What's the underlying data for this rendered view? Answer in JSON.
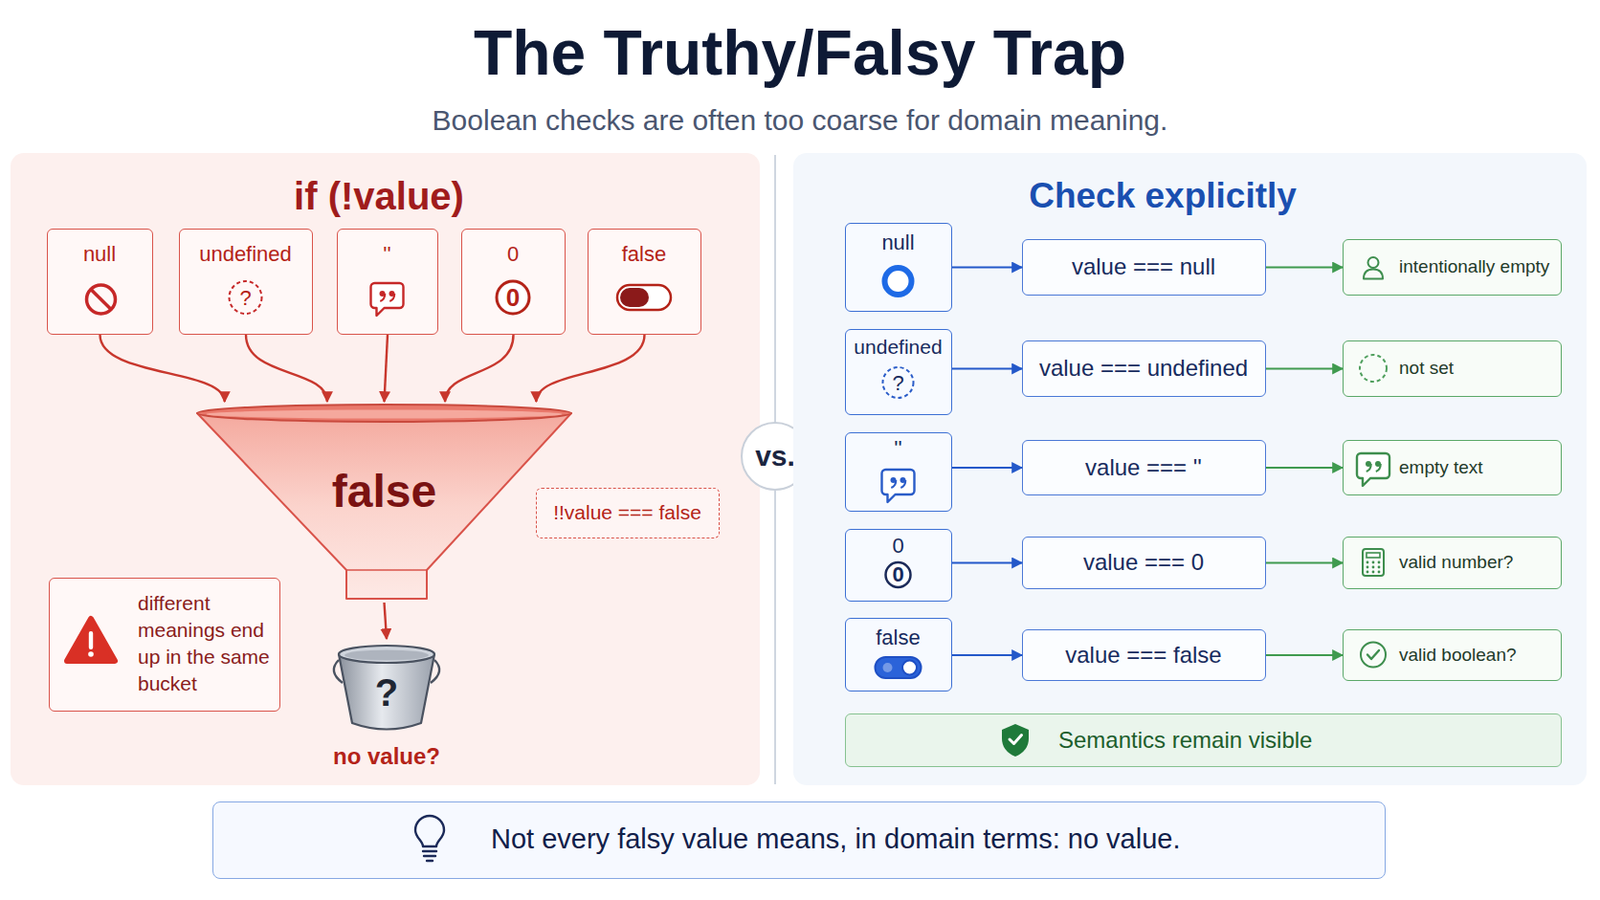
{
  "diagram": {
    "title": "The Truthy/Falsy Trap",
    "caption": "Boolean checks are often too coarse for domain meaning.",
    "nodes": [
      {
        "text": [
          "if (!value)"
        ]
      },
      {
        "text": [
          "null"
        ],
        "in": 0
      },
      {
        "text": [
          "undefined",
          "?"
        ],
        "in": 0
      },
      {
        "text": [
          "''"
        ],
        "in": 0
      },
      {
        "text": [
          "0",
          "0"
        ],
        "in": 0
      },
      {
        "text": [
          "false"
        ],
        "in": 0
      },
      {
        "text": [
          "false"
        ],
        "in": 0
      },
      {
        "text": [
          "!!value === false"
        ],
        "in": 0
      },
      {
        "text": [
          "different meanings end up in the same bucket"
        ],
        "in": 0
      },
      {
        "text": [
          "?",
          "no value?"
        ],
        "in": 0
      },
      {
        "text": [
          "vs."
        ]
      },
      {
        "text": [
          "Check explicitly"
        ]
      },
      {
        "text": [
          "null"
        ],
        "in": 11
      },
      {
        "text": [
          "value === null"
        ],
        "in": 11
      },
      {
        "text": [
          "intentionally empty"
        ],
        "in": 11
      },
      {
        "text": [
          "undefined",
          "?"
        ],
        "in": 11
      },
      {
        "text": [
          "value === undefined"
        ],
        "in": 11
      },
      {
        "text": [
          "not set"
        ],
        "in": 11
      },
      {
        "text": [
          "''"
        ],
        "in": 11
      },
      {
        "text": [
          "value === ''"
        ],
        "in": 11
      },
      {
        "text": [
          "empty text"
        ],
        "in": 11
      },
      {
        "text": [
          "0",
          "0"
        ],
        "in": 11
      },
      {
        "text": [
          "value === 0"
        ],
        "in": 11
      },
      {
        "text": [
          "valid number?"
        ],
        "in": 11
      },
      {
        "text": [
          "false"
        ],
        "in": 11
      },
      {
        "text": [
          "value === false"
        ],
        "in": 11
      },
      {
        "text": [
          "valid boolean?"
        ],
        "in": 11
      },
      {
        "text": [
          "Semantics remain visible"
        ],
        "in": 11
      },
      {
        "text": [
          "Not every falsy value means, in domain terms: no value."
        ]
      }
    ],
    "edges": [
      {
        "from": 1,
        "to": 6,
        "arrow": "to"
      },
      {
        "from": 2,
        "to": 6,
        "arrow": "to"
      },
      {
        "from": 3,
        "to": 6,
        "arrow": "to"
      },
      {
        "from": 4,
        "to": 6,
        "arrow": "to"
      },
      {
        "from": 5,
        "to": 6,
        "arrow": "to"
      },
      {
        "from": 6,
        "to": 9,
        "arrow": "to"
      },
      {
        "from": 12,
        "to": 13,
        "arrow": "to"
      },
      {
        "from": 13,
        "to": 14,
        "arrow": "to"
      },
      {
        "from": 15,
        "to": 16,
        "arrow": "to"
      },
      {
        "from": 16,
        "to": 17,
        "arrow": "to"
      },
      {
        "from": 18,
        "to": 19,
        "arrow": "to"
      },
      {
        "from": 19,
        "to": 20,
        "arrow": "to"
      },
      {
        "from": 21,
        "to": 22,
        "arrow": "to"
      },
      {
        "from": 22,
        "to": 23,
        "arrow": "to"
      },
      {
        "from": 24,
        "to": 25,
        "arrow": "to"
      },
      {
        "from": 25,
        "to": 26,
        "arrow": "to"
      }
    ]
  }
}
